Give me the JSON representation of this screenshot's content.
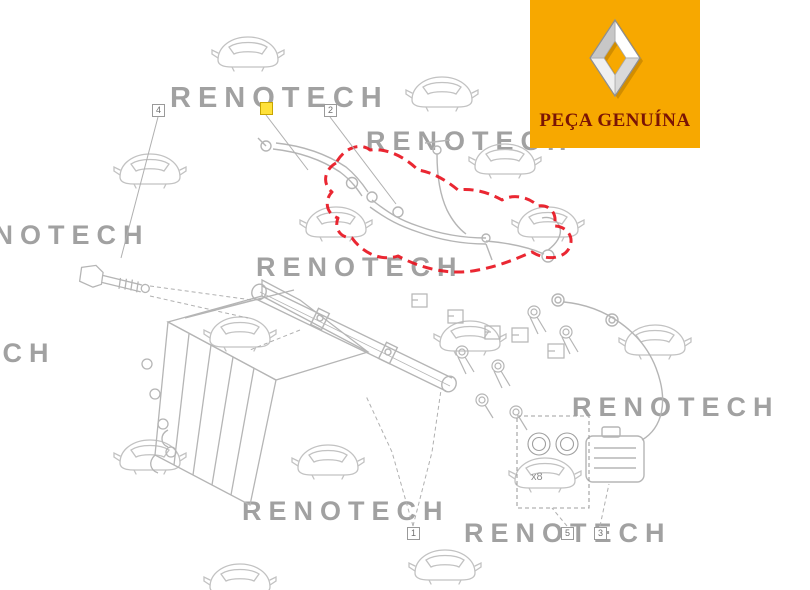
{
  "badge": {
    "label": "PEÇA GENUÍNA",
    "background_color": "#F7A800",
    "text_color": "#7A1405",
    "logo_icon": "renault-diamond-icon"
  },
  "watermark": {
    "text": "RENOTECH",
    "color": "#919191",
    "car_icon": "car-silhouette-icon"
  },
  "diagram": {
    "line_color": "#B5B5B5",
    "highlight_color": "#E8101C",
    "callouts": [
      {
        "label": "4"
      },
      {
        "label": "2"
      },
      {
        "label": "1"
      },
      {
        "label": "5"
      },
      {
        "label": "3"
      }
    ],
    "detail_quantity_note": "x8"
  }
}
